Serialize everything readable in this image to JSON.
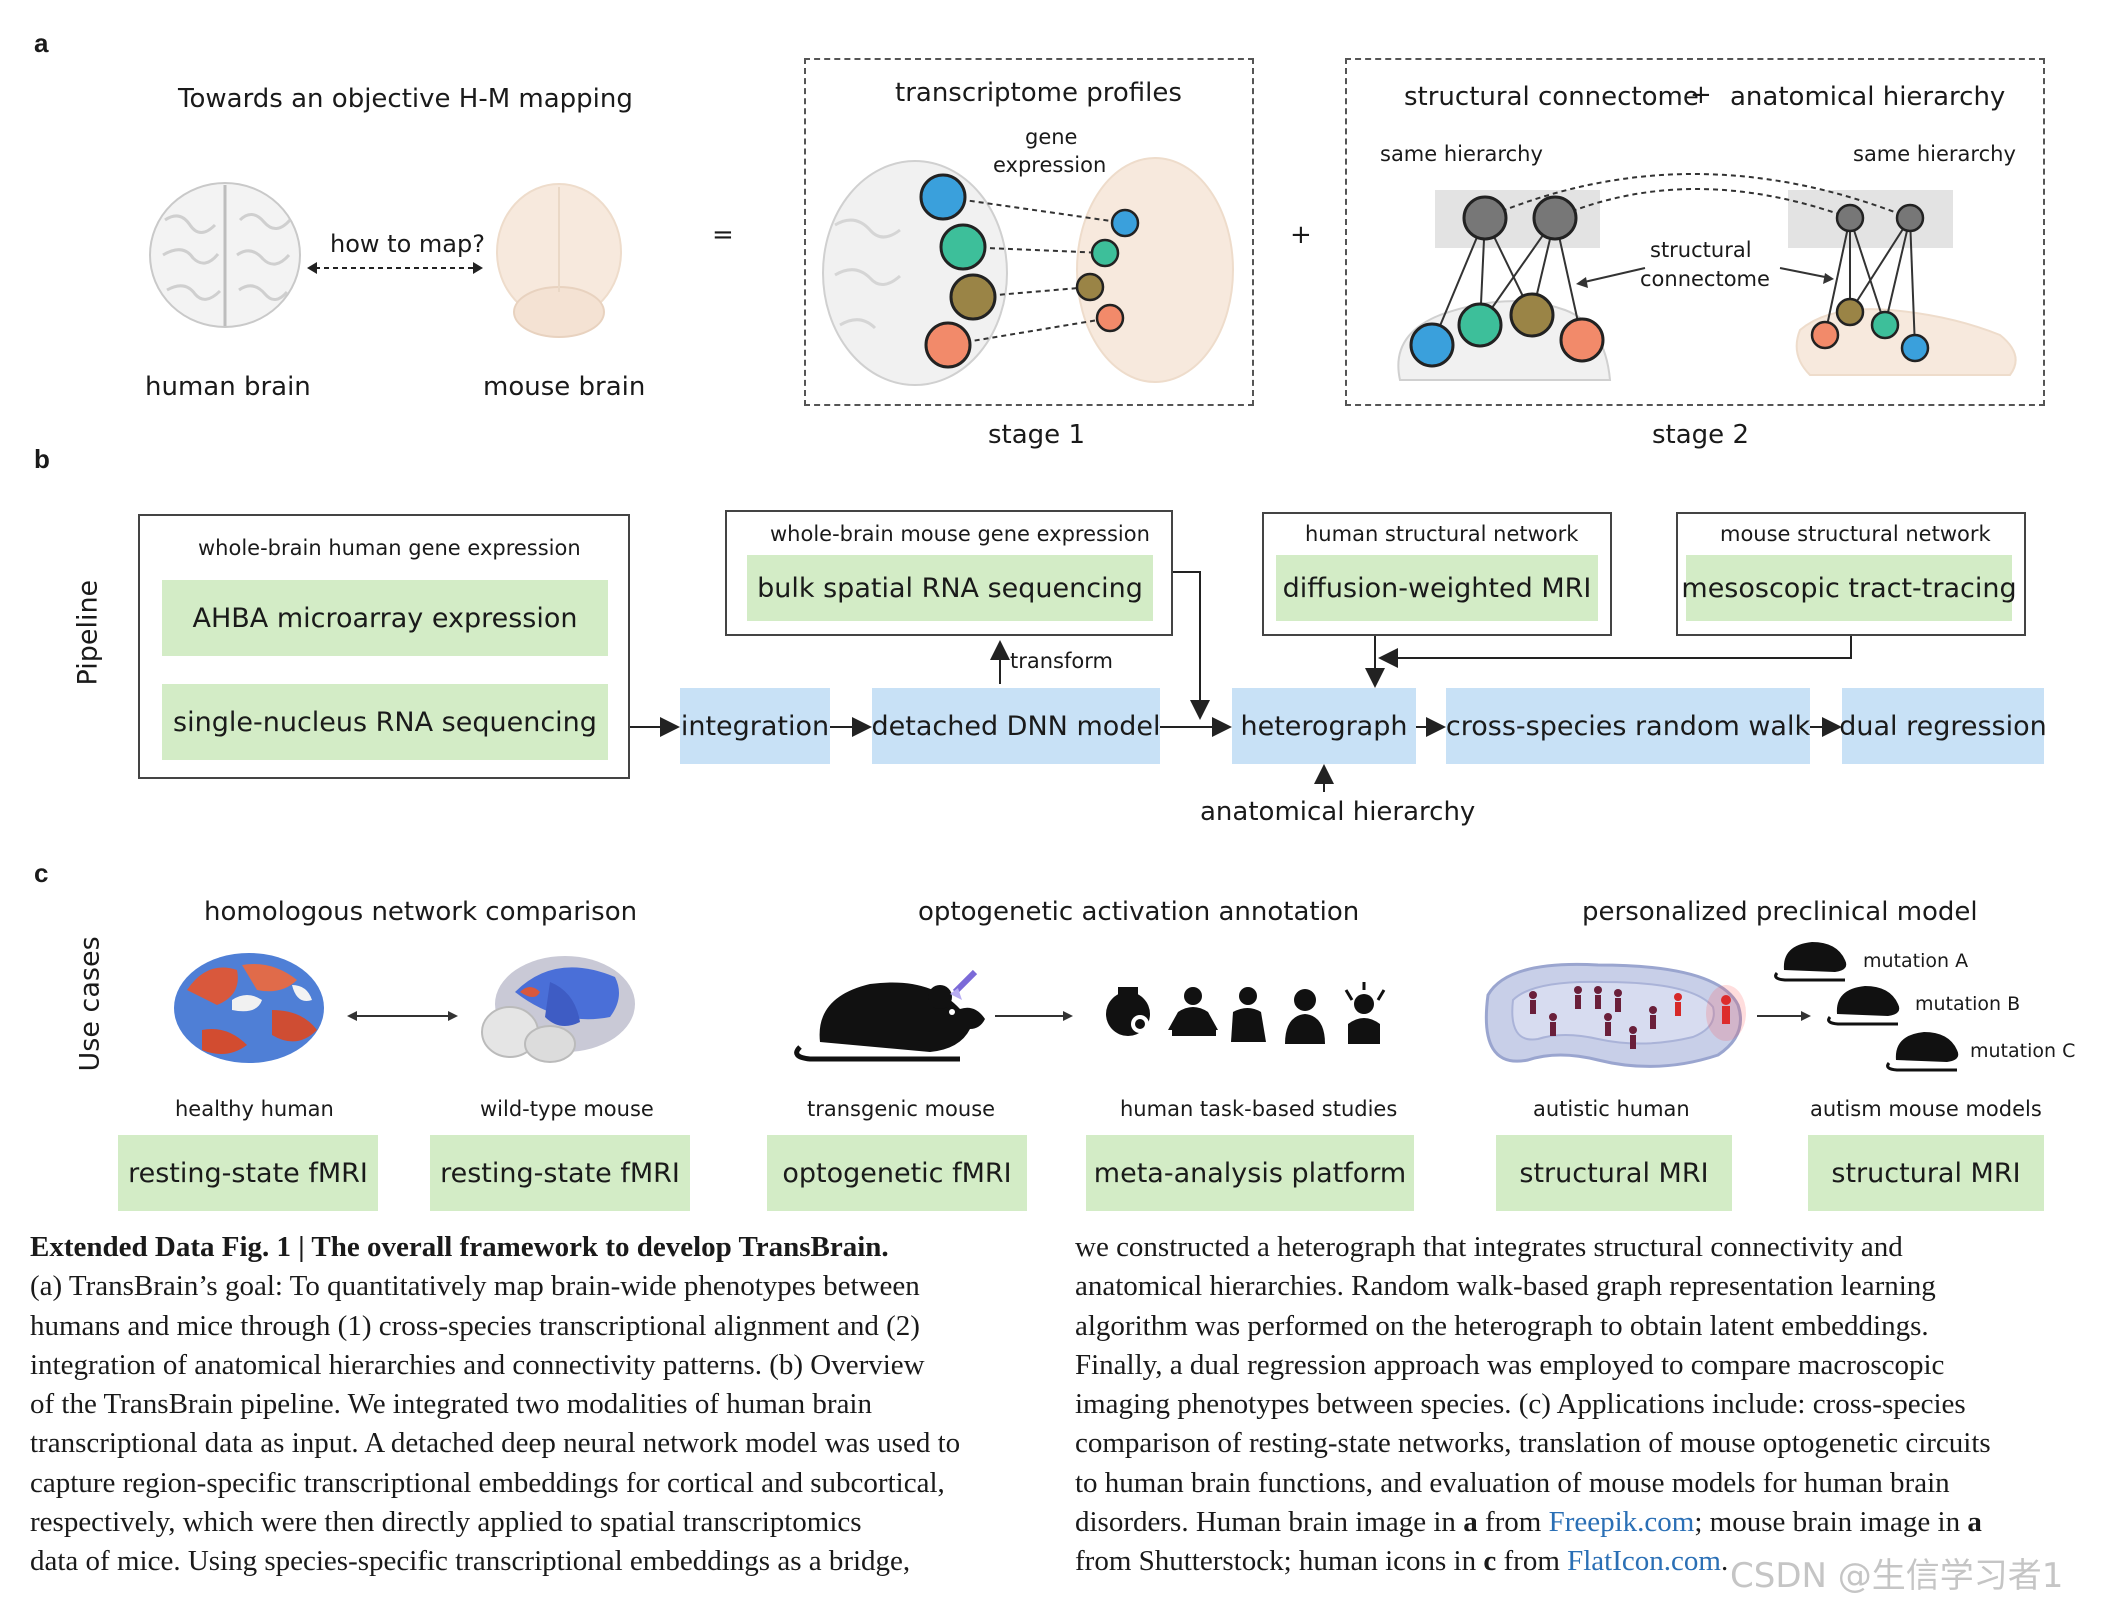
{
  "panel_a": {
    "letter": "a",
    "title": "Towards an objective H-M mapping",
    "how_to_map": "how to map?",
    "human_brain": "human brain",
    "mouse_brain": "mouse brain",
    "equals": "=",
    "plus": "+",
    "stage1": {
      "title": "transcriptome profiles",
      "gene_expression_1": "gene",
      "gene_expression_2": "expression",
      "label": "stage 1"
    },
    "stage2": {
      "title_left": "structural connectome",
      "title_plus": "+",
      "title_right": "anatomical hierarchy",
      "same_hierarchy_left": "same hierarchy",
      "same_hierarchy_right": "same hierarchy",
      "structural_1": "structural",
      "structural_2": "connectome",
      "label": "stage 2"
    },
    "colors": {
      "blue": "#3aa0dc",
      "teal": "#3dbf9a",
      "olive": "#9a8446",
      "salmon": "#f28a6a",
      "gray": "#777777"
    }
  },
  "panel_b": {
    "letter": "b",
    "side_label": "Pipeline",
    "human_expr_title": "whole-brain human gene expression",
    "ahba": "AHBA microarray expression",
    "snrna": "single-nucleus RNA sequencing",
    "mouse_expr_title": "whole-brain mouse gene expression",
    "bulk": "bulk spatial RNA sequencing",
    "human_struct_title": "human structural network",
    "dwi": "diffusion-weighted  MRI",
    "mouse_struct_title": "mouse structural network",
    "meso": "mesoscopic tract-tracing",
    "transform": "transform",
    "integration": "integration",
    "dnn": "detached DNN model",
    "heterograph": "heterograph",
    "random_walk": "cross-species random walk",
    "dual_regression": "dual regression",
    "anatomical": "anatomical hierarchy"
  },
  "panel_c": {
    "letter": "c",
    "side_label": "Use cases",
    "group1_title": "homologous network comparison",
    "group2_title": "optogenetic activation annotation",
    "group3_title": "personalized preclinical model",
    "healthy_human": "healthy human",
    "wild_type": "wild-type mouse",
    "transgenic": "transgenic mouse",
    "task_studies": "human task-based studies",
    "autistic": "autistic human",
    "autism_models": "autism mouse models",
    "mutation_a": "mutation A",
    "mutation_b": "mutation B",
    "mutation_c": "mutation C",
    "box1": "resting-state fMRI",
    "box2": "resting-state fMRI",
    "box3": "optogenetic fMRI",
    "box4": "meta-analysis platform",
    "box5": "structural MRI",
    "box6": "structural MRI"
  },
  "caption": {
    "title": "Extended Data Fig. 1 | The overall framework to develop TransBrain.",
    "left_lines": [
      "(a) TransBrain’s goal: To quantitatively map brain-wide phenotypes between",
      "humans and mice through (1) cross-species transcriptional alignment and (2)",
      "integration of anatomical hierarchies and connectivity patterns. (b) Overview",
      "of the TransBrain pipeline. We integrated two modalities of human brain",
      "transcriptional data as input. A detached deep neural network model was used to",
      "capture region-specific transcriptional embeddings for cortical and subcortical,",
      "respectively, which were then directly applied to spatial transcriptomics",
      "data of mice. Using species-specific transcriptional embeddings as a bridge,"
    ],
    "right_lines": [
      "we constructed a heterograph that integrates structural connectivity and",
      "anatomical hierarchies. Random walk-based graph representation learning",
      "algorithm was performed on the heterograph to obtain latent embeddings.",
      "Finally, a dual regression approach was employed to compare macroscopic",
      "imaging phenotypes between species. (c) Applications include: cross-species",
      "comparison of resting-state networks, translation of mouse optogenetic circuits",
      "to human brain functions, and evaluation of mouse models for human brain"
    ],
    "line16_a": "disorders. Human brain image in ",
    "line16_b": "a",
    "line16_c": " from ",
    "line16_link": "Freepik.com",
    "line16_d": "; mouse brain image in ",
    "line16_e": "a",
    "line17_a": "from Shutterstock; human icons in ",
    "line17_b": "c",
    "line17_c": " from ",
    "line17_link": "FlatIcon.com",
    "line17_d": "."
  },
  "watermark": "CSDN @生信学习者1"
}
